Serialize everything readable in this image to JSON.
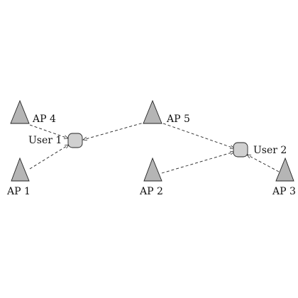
{
  "access_points": [
    {
      "id": "ap1",
      "label": "AP 1"
    },
    {
      "id": "ap2",
      "label": "AP 2"
    },
    {
      "id": "ap3",
      "label": "AP 3"
    },
    {
      "id": "ap4",
      "label": "AP 4"
    },
    {
      "id": "ap5",
      "label": "AP 5"
    }
  ],
  "users": [
    {
      "id": "user1",
      "label": "User 1"
    },
    {
      "id": "user2",
      "label": "User 2"
    }
  ],
  "links": [
    {
      "from": "ap4",
      "to": "user1"
    },
    {
      "from": "ap1",
      "to": "user1"
    },
    {
      "from": "ap5",
      "to": "user1"
    },
    {
      "from": "ap5",
      "to": "user2"
    },
    {
      "from": "ap2",
      "to": "user2"
    },
    {
      "from": "ap3",
      "to": "user2"
    }
  ],
  "style": {
    "ap_fill": "#b5b5b5",
    "user_fill": "#d0d0d0",
    "line_color": "#222222"
  }
}
